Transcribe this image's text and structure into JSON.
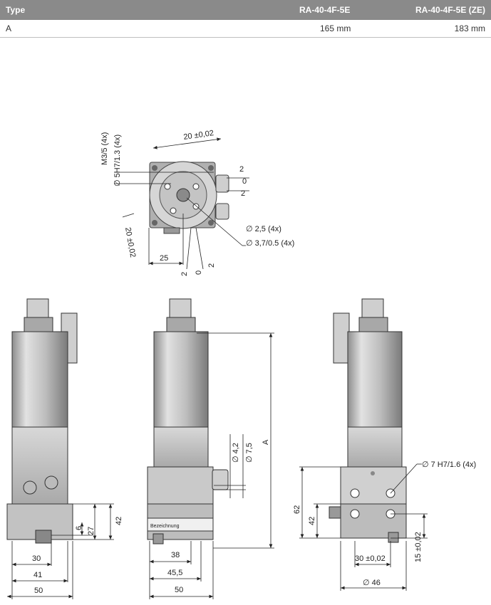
{
  "table": {
    "header": {
      "type": "Type",
      "col1": "RA-40-4F-5E",
      "col2": "RA-40-4F-5E (ZE)"
    },
    "rows": [
      {
        "label": "A",
        "v1": "165 mm",
        "v2": "183 mm"
      }
    ]
  },
  "labels": {
    "top_m3": "M3/5 (4x)",
    "top_hole": "∅ 5H7/1.3 (4x)",
    "top_20a": "20 ±0,02",
    "top_20b": "20 ±0,02",
    "top_2a": "2",
    "top_0a": "0",
    "top_2b": "2",
    "top_25": "25",
    "top_2c": "2",
    "top_0b": "0",
    "top_2d": "2",
    "top_d25": "∅ 2,5 (4x)",
    "top_d37": "∅ 3,7/0.5 (4x)",
    "left_30": "30",
    "left_41": "41",
    "left_50": "50",
    "left_6": "6",
    "left_27": "27",
    "left_42": "42",
    "mid_38": "38",
    "mid_455": "45,5",
    "mid_50": "50",
    "mid_d42": "∅ 4,2",
    "mid_d75": "∅ 7,5",
    "mid_A": "A",
    "mid_plate": "Bezeichnung",
    "right_62": "62",
    "right_42": "42",
    "right_30": "30 ±0,02",
    "right_15": "15 ±0,02",
    "right_d46": "∅ 46",
    "right_d7": "∅ 7 H7/1.6 (4x)"
  }
}
